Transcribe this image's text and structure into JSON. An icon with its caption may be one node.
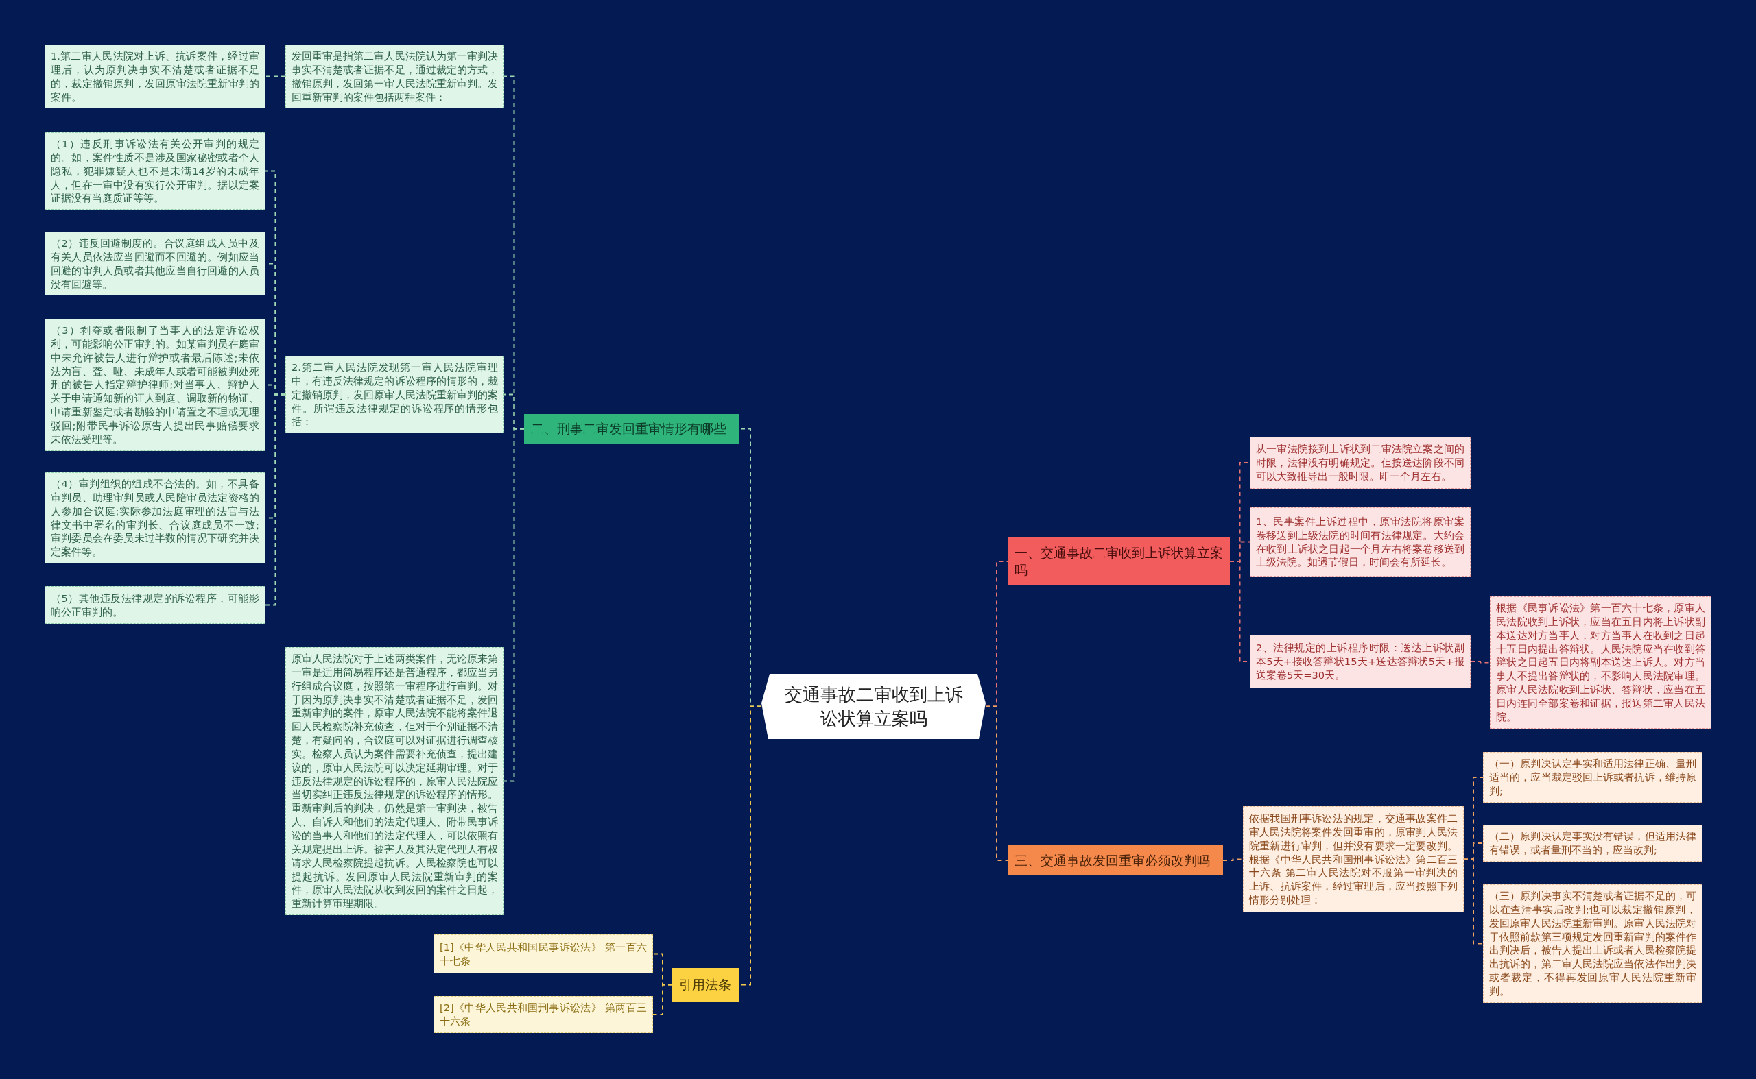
{
  "diagram": {
    "nodes": [
      {
        "text": [
          "交通事故二审收到上诉讼状算立案吗"
        ]
      },
      {
        "text": [
          "二、刑事二审发回重审情形有哪些"
        ]
      },
      {
        "text": [
          "发回重审是指第二审人民法院认为第一审判决事实不清楚或者证据不足，通过裁定的方式，撤销原判，发回第一审人民法院重新审判。发回重新审判的案件包括两种案件："
        ]
      },
      {
        "text": [
          "1.第二审人民法院对上诉、抗诉案件，经过审理后，认为原判决事实不清楚或者证据不足的，裁定撤销原判，发回原审法院重新审判的案件。"
        ]
      },
      {
        "text": [
          "2.第二审人民法院发现第一审人民法院审理中，有违反法律规定的诉讼程序的情形的，裁定撤销原判，发回原审人民法院重新审判的案件。所谓违反法律规定的诉讼程序的情形包括："
        ]
      },
      {
        "text": [
          "（1）违反刑事诉讼法有关公开审判的规定的。如，案件性质不是涉及国家秘密或者个人隐私，犯罪嫌疑人也不是未满14岁的未成年人，但在一审中没有实行公开审判。据以定案证据没有当庭质证等等。"
        ]
      },
      {
        "text": [
          "（2）违反回避制度的。合议庭组成人员中及有关人员依法应当回避而不回避的。例如应当回避的审判人员或者其他应当自行回避的人员没有回避等。"
        ]
      },
      {
        "text": [
          "（3）剥夺或者限制了当事人的法定诉讼权利，可能影响公正审判的。如某审判员在庭审中未允许被告人进行辩护或者最后陈述;未依法为盲、聋、哑、未成年人或者可能被判处死刑的被告人指定辩护律师;对当事人、辩护人关于申请通知新的证人到庭、调取新的物证、申请重新鉴定或者勘验的申请置之不理或无理驳回;附带民事诉讼原告人提出民事赔偿要求未依法受理等。"
        ]
      },
      {
        "text": [
          "（4）审判组织的组成不合法的。如，不具备审判员、助理审判员或人民陪审员法定资格的人参加合议庭;实际参加法庭审理的法官与法律文书中署名的审判长、合议庭成员不一致;审判委员会在委员未过半数的情况下研究并决定案件等。"
        ]
      },
      {
        "text": [
          "（5）其他违反法律规定的诉讼程序，可能影响公正审判的。"
        ]
      },
      {
        "text": [
          "原审人民法院对于上述两类案件，无论原来第一审是适用简易程序还是普通程序，都应当另行组成合议庭，按照第一审程序进行审判。对于因为原判决事实不清楚或者证据不足，发回重新审判的案件，原审人民法院不能将案件退回人民检察院补充侦查，但对于个别证据不清楚，有疑问的，合议庭可以对证据进行调查核实。检察人员认为案件需要补充侦查，提出建议的，原审人民法院可以决定延期审理。对于违反法律规定的诉讼程序的，原审人民法院应当切实纠正违反法律规定的诉讼程序的情形。重新审判后的判决，仍然是第一审判决，被告人、自诉人和他们的法定代理人、附带民事诉讼的当事人和他们的法定代理人，可以依照有关规定提出上诉。被害人及其法定代理人有权请求人民检察院提起抗诉。人民检察院也可以提起抗诉。发回原审人民法院重新审判的案件，原审人民法院从收到发回的案件之日起，重新计算审理期限。"
        ]
      },
      {
        "text": [
          "引用法条"
        ]
      },
      {
        "text": [
          "[1]《中华人民共和国民事诉讼法》 第一百六十七条"
        ]
      },
      {
        "text": [
          "[2]《中华人民共和国刑事诉讼法》 第两百三十六条"
        ]
      },
      {
        "text": [
          "一、交通事故二审收到上诉状算立案吗"
        ]
      },
      {
        "text": [
          "从一审法院接到上诉状到二审法院立案之间的时限，法律没有明确规定。但按送达阶段不同可以大致推导出一般时限。即一个月左右。"
        ]
      },
      {
        "text": [
          "1、民事案件上诉过程中，原审法院将原审案卷移送到上级法院的时间有法律规定。大约会在收到上诉状之日起一个月左右将案卷移送到上级法院。如遇节假日，时间会有所延长。"
        ]
      },
      {
        "text": [
          "2、法律规定的上诉程序时限：送达上诉状副本5天+接收答辩状15天+送达答辩状5天+报送案卷5天=30天。"
        ]
      },
      {
        "text": [
          "根据《民事诉讼法》第一百六十七条，原审人民法院收到上诉状，应当在五日内将上诉状副本送达对方当事人，对方当事人在收到之日起十五日内提出答辩状。人民法院应当在收到答辩状之日起五日内将副本送达上诉人。对方当事人不提出答辩状的，不影响人民法院审理。原审人民法院收到上诉状、答辩状，应当在五日内连同全部案卷和证据，报送第二审人民法院。"
        ]
      },
      {
        "text": [
          "三、交通事故发回重审必须改判吗"
        ]
      },
      {
        "text": [
          "依据我国刑事诉讼法的规定，交通事故案件二审人民法院将案件发回重审的，原审判人民法院重新进行审判，但并没有要求一定要改判。根据《中华人民共和国刑事诉讼法》第二百三十六条 第二审人民法院对不服第一审判决的上诉、抗诉案件，经过审理后，应当按照下列情形分别处理："
        ]
      },
      {
        "text": [
          "（一）原判决认定事实和适用法律正确、量刑适当的，应当裁定驳回上诉或者抗诉，维持原判;"
        ]
      },
      {
        "text": [
          "（二）原判决认定事实没有错误，但适用法律有错误，或者量刑不当的，应当改判;"
        ]
      },
      {
        "text": [
          "（三）原判决事实不清楚或者证据不足的，可以在查清事实后改判;也可以裁定撤销原判，发回原审人民法院重新审判。原审人民法院对于依照前款第三项规定发回重新审判的案件作出判决后，被告人提出上诉或者人民检察院提出抗诉的，第二审人民法院应当依法作出判决或者裁定，不得再发回原审人民法院重新审判。"
        ]
      }
    ],
    "edges": [
      {
        "from": 0,
        "to": 1,
        "arrow": "none",
        "style": "dashed"
      },
      {
        "from": 1,
        "to": 2,
        "arrow": "none",
        "style": "dashed"
      },
      {
        "from": 2,
        "to": 3,
        "arrow": "none",
        "style": "dashed"
      },
      {
        "from": 1,
        "to": 4,
        "arrow": "none",
        "style": "dashed"
      },
      {
        "from": 4,
        "to": 5,
        "arrow": "none",
        "style": "dashed"
      },
      {
        "from": 4,
        "to": 6,
        "arrow": "none",
        "style": "dashed"
      },
      {
        "from": 4,
        "to": 7,
        "arrow": "none",
        "style": "dashed"
      },
      {
        "from": 4,
        "to": 8,
        "arrow": "none",
        "style": "dashed"
      },
      {
        "from": 4,
        "to": 9,
        "arrow": "none",
        "style": "dashed"
      },
      {
        "from": 1,
        "to": 10,
        "arrow": "none",
        "style": "dashed"
      },
      {
        "from": 0,
        "to": 11,
        "arrow": "none",
        "style": "dashed",
        "color": "#f2c94c"
      },
      {
        "from": 11,
        "to": 12,
        "arrow": "none",
        "style": "dashed",
        "color": "#f2c94c"
      },
      {
        "from": 11,
        "to": 13,
        "arrow": "none",
        "style": "dashed",
        "color": "#f2c94c"
      },
      {
        "from": 0,
        "to": 14,
        "arrow": "none",
        "style": "dashed",
        "color": "#e57373"
      },
      {
        "from": 14,
        "to": 15,
        "arrow": "none",
        "style": "dashed",
        "color": "#e57373"
      },
      {
        "from": 14,
        "to": 16,
        "arrow": "none",
        "style": "dashed",
        "color": "#e57373"
      },
      {
        "from": 14,
        "to": 17,
        "arrow": "none",
        "style": "dashed",
        "color": "#e57373"
      },
      {
        "from": 17,
        "to": 18,
        "arrow": "none",
        "style": "dashed",
        "color": "#e57373"
      },
      {
        "from": 0,
        "to": 19,
        "arrow": "none",
        "style": "dashed",
        "color": "#f4a261"
      },
      {
        "from": 19,
        "to": 20,
        "arrow": "none",
        "style": "dashed",
        "color": "#f4a261"
      },
      {
        "from": 20,
        "to": 21,
        "arrow": "none",
        "style": "dashed",
        "color": "#f4a261"
      },
      {
        "from": 20,
        "to": 22,
        "arrow": "none",
        "style": "dashed",
        "color": "#f4a261"
      },
      {
        "from": 20,
        "to": 23,
        "arrow": "none",
        "style": "dashed",
        "color": "#f4a261"
      }
    ]
  }
}
